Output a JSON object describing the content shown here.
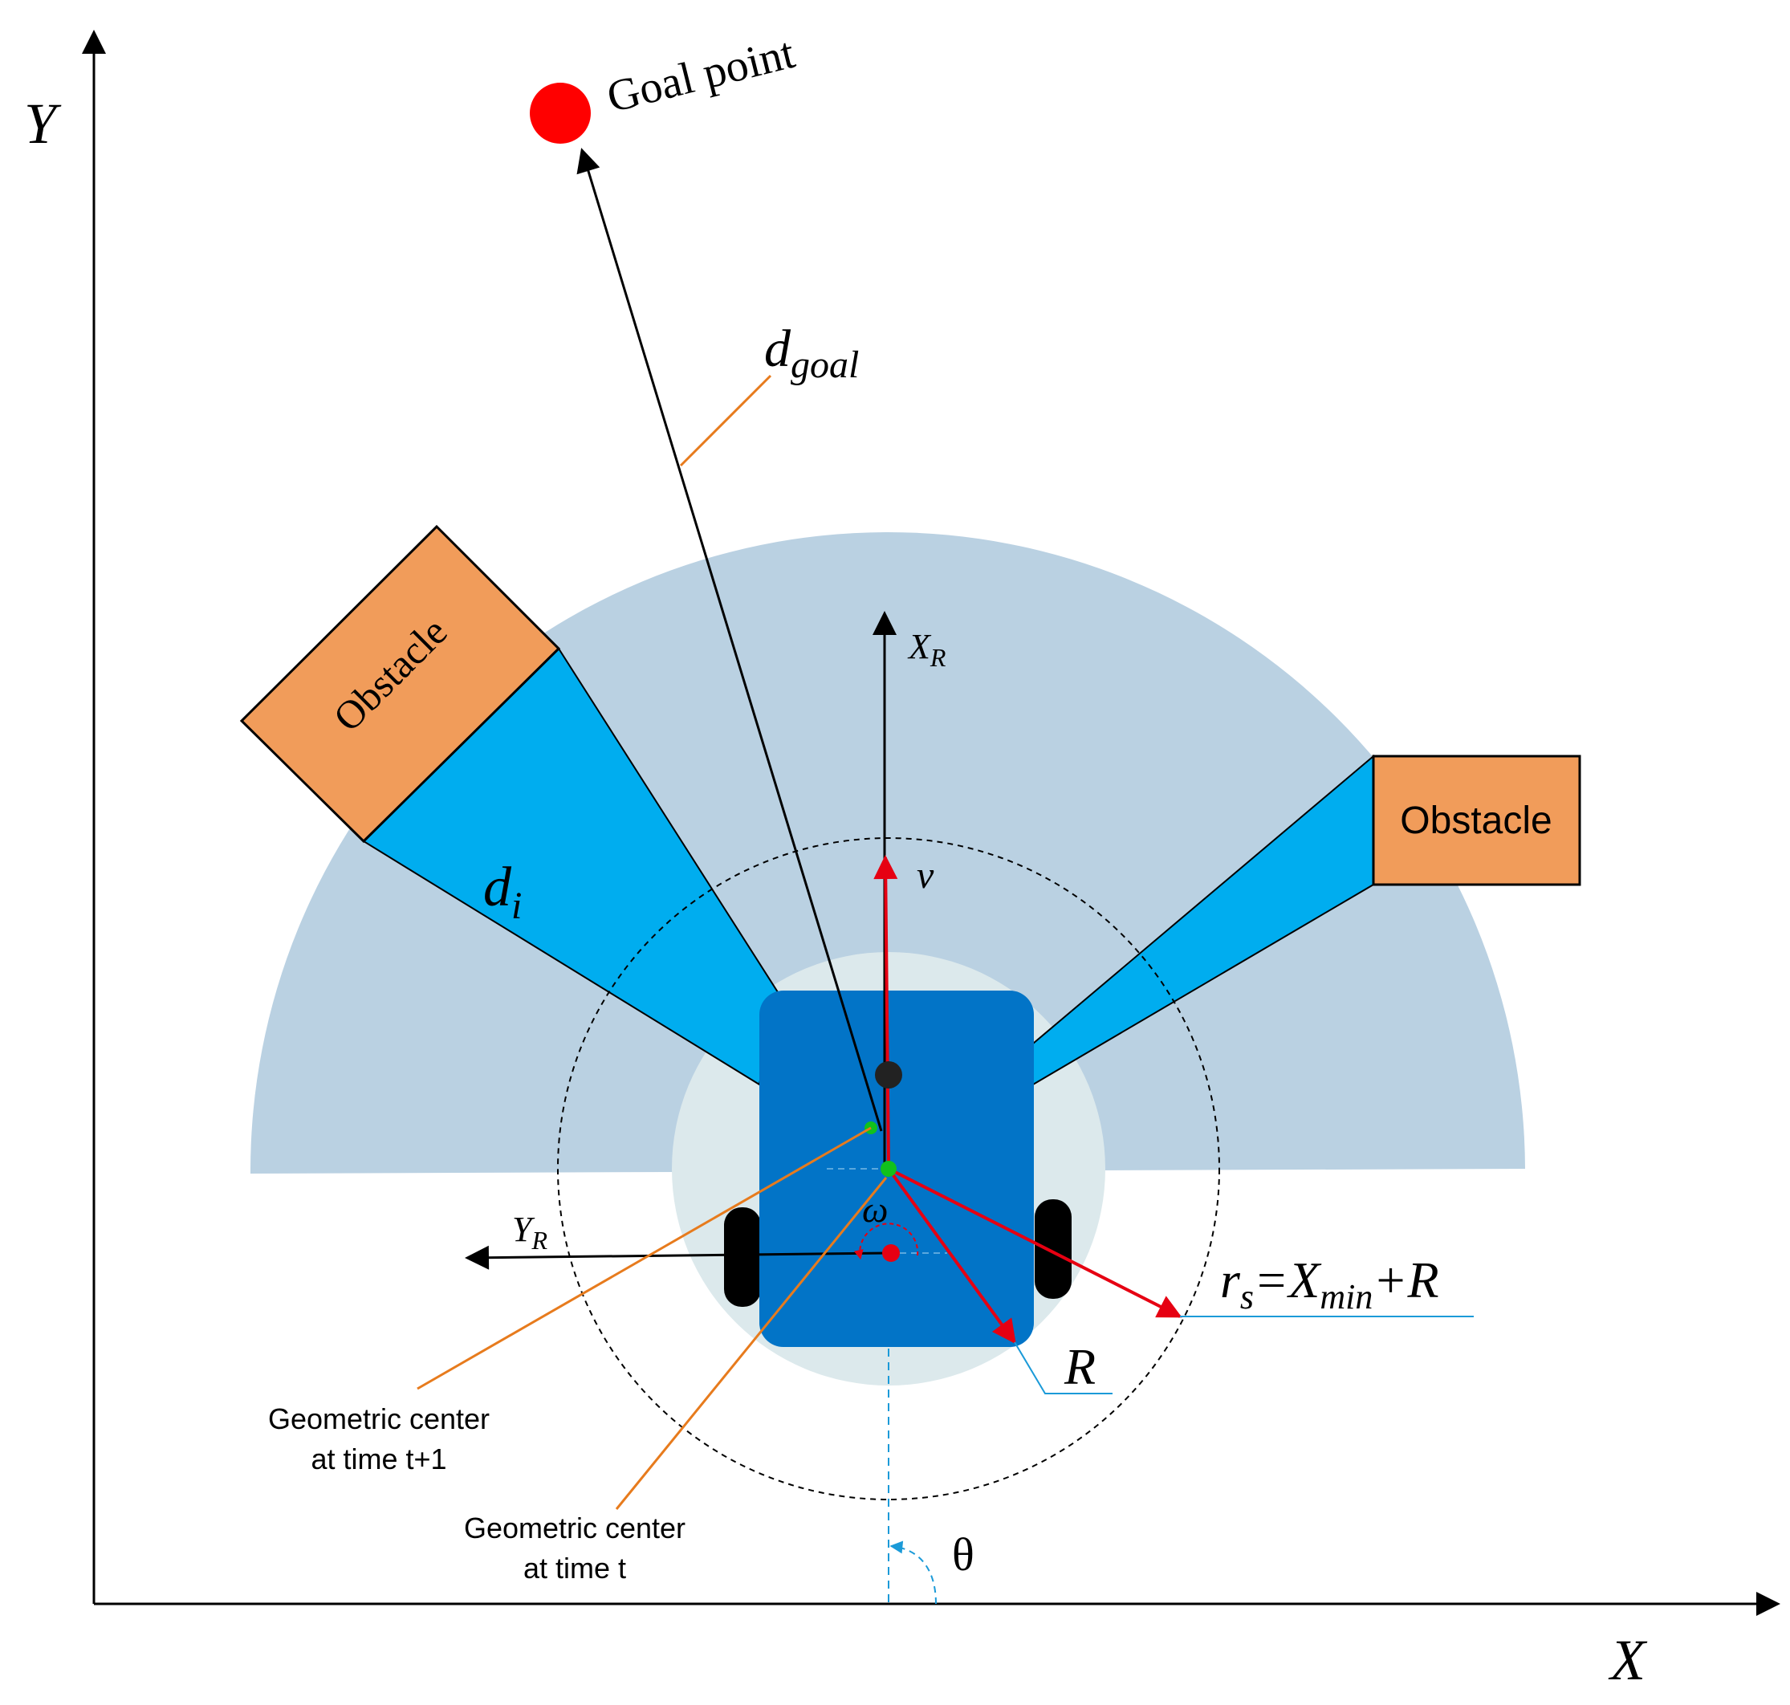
{
  "axes": {
    "x_label": "X",
    "y_label": "Y"
  },
  "goal": {
    "label": "Goal point",
    "distance_symbol": "d",
    "distance_subscript": "goal"
  },
  "obstacles": [
    {
      "label": "Obstacle"
    },
    {
      "label": "Obstacle"
    }
  ],
  "robot_frame": {
    "x_axis_symbol": "X",
    "x_axis_subscript": "R",
    "y_axis_symbol": "Y",
    "y_axis_subscript": "R"
  },
  "symbols": {
    "velocity": "ν",
    "angular_velocity": "ω",
    "heading": "θ",
    "obstacle_distance": "d",
    "obstacle_distance_subscript": "i",
    "radius": "R",
    "safety_radius": "r",
    "safety_radius_subscript": "s",
    "equals": "=",
    "xmin_symbol": "X",
    "xmin_subscript": "min",
    "plus": "+",
    "plus_r": "R"
  },
  "annotations": {
    "center_t1_line1": "Geometric center",
    "center_t1_line2": "at time t+1",
    "center_t_line1": "Geometric center",
    "center_t_line2": "at time t"
  },
  "colors": {
    "sensor_zone": "#bad1e2",
    "beam": "#00adef",
    "robot_body": "#0274c7",
    "robot_halo": "#dce9ec",
    "obstacle": "#f19c5a",
    "vector": "#e60012",
    "leader_line": "#e77b1d",
    "guide_line": "#1b9ad8",
    "goal": "#ff0000",
    "center_marker": "#11c11c"
  }
}
